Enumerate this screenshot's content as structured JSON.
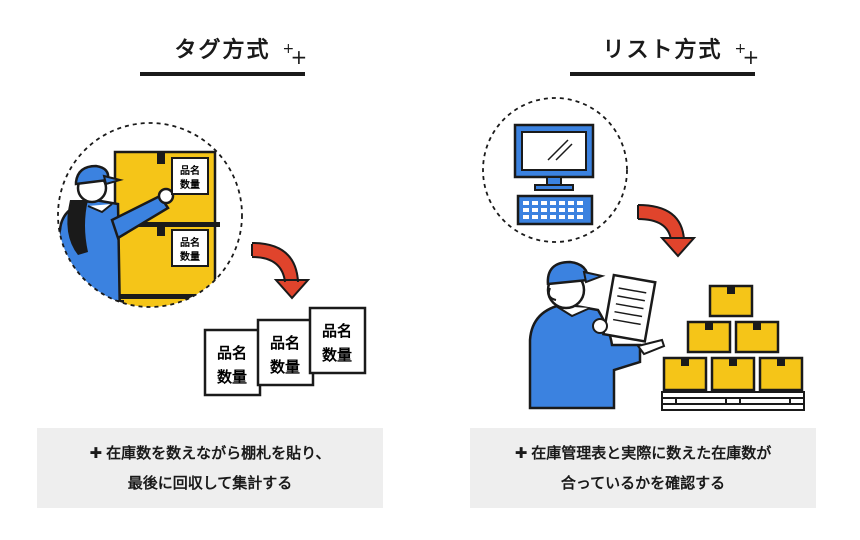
{
  "left": {
    "heading": "タグ方式",
    "tag_line1": "品名",
    "tag_line2": "数量",
    "caption_line1": "在庫数を数えながら棚札を貼り、",
    "caption_line2": "最後に回収して集計する"
  },
  "right": {
    "heading": "リスト方式",
    "caption_line1": "在庫管理表と実際に数えた在庫数が",
    "caption_line2": "合っているかを確認する"
  },
  "colors": {
    "blue": "#3b82e0",
    "yellow": "#f5c518",
    "red": "#e0442c",
    "caption_bg": "#eeeeee"
  }
}
